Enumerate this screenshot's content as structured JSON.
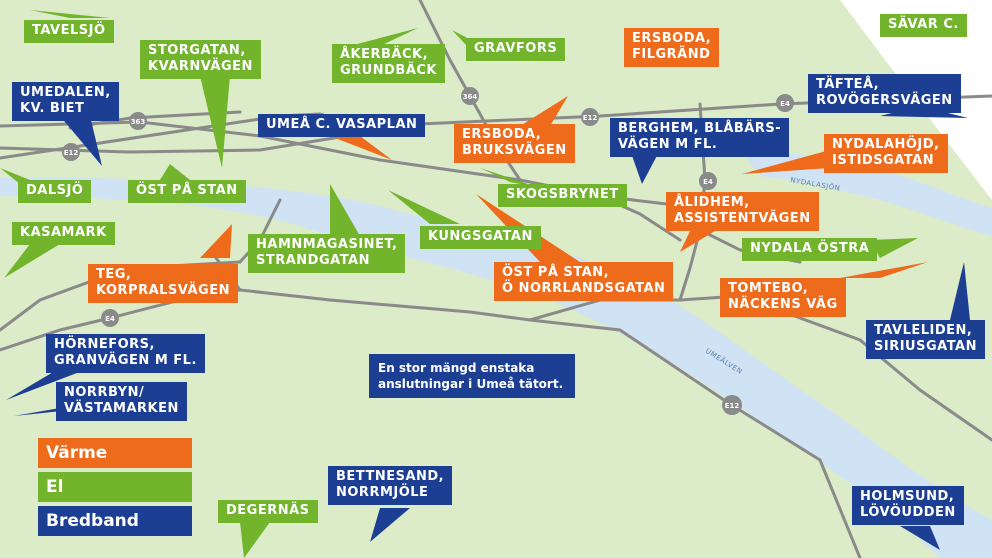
{
  "colors": {
    "land": "#dcebc8",
    "water": "#cfe3f4",
    "road": "#8a8a8a",
    "varme": "#ef6b1c",
    "el": "#72b42c",
    "bredband": "#1c3f93"
  },
  "roads": {
    "e4": "E4",
    "e12": "E12",
    "r363": "363",
    "r364": "364"
  },
  "water": {
    "nydalasjon": "NYDALASJÖN",
    "umealven": "UMEÄLVEN"
  },
  "labels": {
    "tavelsjo": [
      "TAVELSJÖ"
    ],
    "storgatan": [
      "STORGATAN,",
      "KVARNVÄGEN"
    ],
    "akerback": [
      "ÅKERBÄCK,",
      "GRUNDBÄCK"
    ],
    "gravfors": [
      "GRAVFORS"
    ],
    "ersboda_filgrand": [
      "ERSBODA,",
      "FILGRÄND"
    ],
    "savar": [
      "SÄVAR C."
    ],
    "umedalen": [
      "UMEDALEN,",
      "KV. BIET"
    ],
    "umea_c": [
      "UMEÅ C. VASAPLAN"
    ],
    "ersboda_bruks": [
      "ERSBODA,",
      "BRUKSVÄGEN"
    ],
    "berghem": [
      "BERGHEM, BLÅBÄRS-",
      "VÄGEN M FL."
    ],
    "taftea": [
      "TÄFTEÅ,",
      "ROVÖGERSVÄGEN"
    ],
    "nydalahojd": [
      "NYDALAHÖJD,",
      "ISTIDSGATAN"
    ],
    "dalsjo": [
      "DALSJÖ"
    ],
    "ost_pa_stan_g": [
      "ÖST PÅ STAN"
    ],
    "skogsbrynet": [
      "SKOGSBRYNET"
    ],
    "alidhem": [
      "ÅLIDHEM,",
      "ASSISTENTVÄGEN"
    ],
    "kasamark": [
      "KASAMARK"
    ],
    "hamnmagasinet": [
      "HAMNMAGASINET,",
      "STRANDGATAN"
    ],
    "kungsgatan": [
      "KUNGSGATAN"
    ],
    "nydala_ostra": [
      "NYDALA ÖSTRA"
    ],
    "teg": [
      "TEG,",
      "KORPRALSVÄGEN"
    ],
    "ost_pa_stan_o": [
      "ÖST PÅ STAN,",
      "Ö NORRLANDSGATAN"
    ],
    "tomtebo": [
      "TOMTEBO,",
      "NÄCKENS VÄG"
    ],
    "tavleliden": [
      "TAVLELIDEN,",
      "SIRIUSGATAN"
    ],
    "hornefors": [
      "HÖRNEFORS,",
      "GRANVÄGEN M FL."
    ],
    "norrbyn": [
      "NORRBYN/",
      "VÄSTAMARKEN"
    ],
    "bettnesand": [
      "BETTNESAND,",
      "NORRMJÖLE"
    ],
    "degernas": [
      "DEGERNÄS"
    ],
    "holmsund": [
      "HOLMSUND,",
      "LÖVÖUDDEN"
    ]
  },
  "note": "En stor mängd enstaka anslutningar i Umeå tätort.",
  "legend": {
    "varme": "Värme",
    "el": "El",
    "bredband": "Bredband"
  }
}
